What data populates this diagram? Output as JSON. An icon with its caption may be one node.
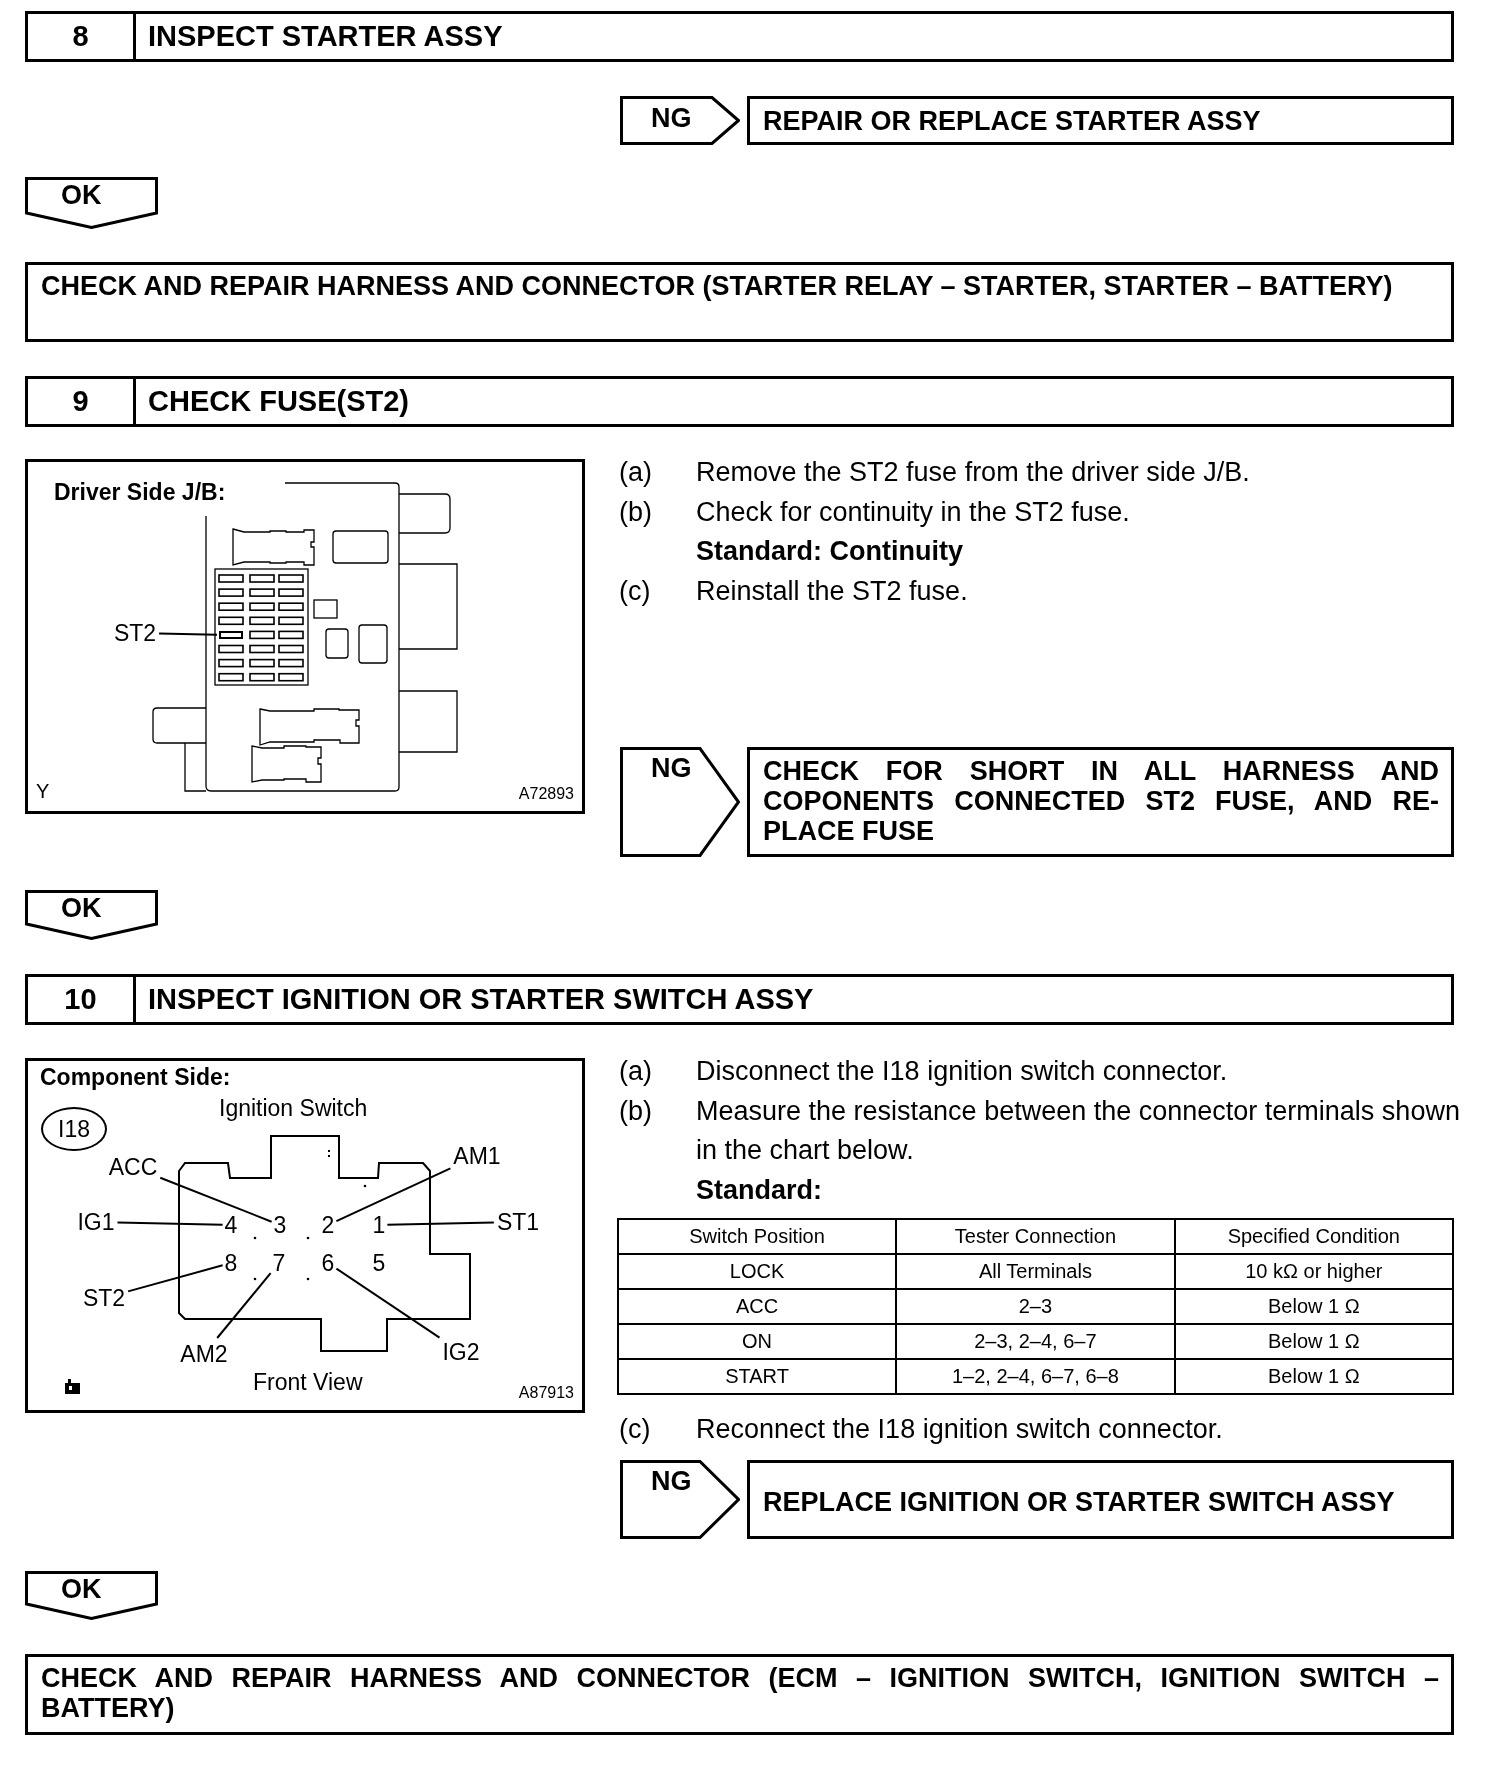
{
  "diagram": {
    "nodes": [
      {
        "text": [
          "8",
          "INSPECT STARTER ASSY"
        ]
      },
      {
        "text": [
          "NG"
        ]
      },
      {
        "text": [
          "REPAIR OR REPLACE STARTER ASSY"
        ]
      },
      {
        "text": [
          "OK"
        ]
      },
      {
        "text": [
          "CHECK AND REPAIR HARNESS AND CONNECTOR (STARTER RELAY – STARTER, STARTER – BATTERY)"
        ]
      },
      {
        "text": [
          "9",
          "CHECK FUSE(ST2)"
        ]
      },
      {
        "text": [
          "Driver Side J/B:",
          "Y",
          "A72893"
        ]
      },
      {
        "text": [
          "ST2"
        ],
        "in": 6
      },
      {
        "text": [],
        "shape": "box",
        "in": 6
      },
      {
        "text": [
          "NG"
        ]
      },
      {
        "text": [
          "CHECK FOR SHORT IN ALL HARNESS AND COPONENTS CONNECTED ST2 FUSE, AND RE-PLACE FUSE"
        ]
      },
      {
        "text": [
          "OK"
        ]
      },
      {
        "text": [
          "10",
          "INSPECT IGNITION OR STARTER SWITCH ASSY"
        ]
      },
      {
        "text": [
          "Component Side:",
          "Ignition Switch",
          "Front View",
          "A87913"
        ]
      },
      {
        "text": [
          "I18"
        ],
        "in": 13
      },
      {
        "text": [
          "ACC"
        ],
        "in": 13
      },
      {
        "text": [
          "AM1"
        ],
        "in": 13
      },
      {
        "text": [
          "IG1"
        ],
        "in": 13
      },
      {
        "text": [
          "ST1"
        ],
        "in": 13
      },
      {
        "text": [
          "ST2"
        ],
        "in": 13
      },
      {
        "text": [
          "AM2"
        ],
        "in": 13
      },
      {
        "text": [
          "IG2"
        ],
        "in": 13
      },
      {
        "text": [
          "3"
        ],
        "in": 13
      },
      {
        "text": [
          "2"
        ],
        "in": 13
      },
      {
        "text": [
          "4"
        ],
        "in": 13
      },
      {
        "text": [
          "1"
        ],
        "in": 13
      },
      {
        "text": [
          "8"
        ],
        "in": 13
      },
      {
        "text": [
          "7"
        ],
        "in": 13
      },
      {
        "text": [
          "6"
        ],
        "in": 13
      },
      {
        "text": [
          "NG"
        ]
      },
      {
        "text": [
          "REPLACE IGNITION OR STARTER SWITCH ASSY"
        ]
      },
      {
        "text": [
          "OK"
        ]
      },
      {
        "text": [
          "CHECK AND REPAIR HARNESS AND CONNECTOR (ECM – IGNITION SWITCH, IGNITION SWITCH – BATTERY)"
        ]
      }
    ],
    "edges": [
      {
        "from": 7,
        "to": 8,
        "arrow": "none"
      },
      {
        "from": 15,
        "to": 22,
        "arrow": "none"
      },
      {
        "from": 16,
        "to": 23,
        "arrow": "none"
      },
      {
        "from": 17,
        "to": 24,
        "arrow": "none"
      },
      {
        "from": 18,
        "to": 25,
        "arrow": "none"
      },
      {
        "from": 19,
        "to": 26,
        "arrow": "none"
      },
      {
        "from": 20,
        "to": 27,
        "arrow": "none"
      },
      {
        "from": 21,
        "to": 28,
        "arrow": "none"
      }
    ],
    "labels": [
      "(a)",
      "Remove the ST2 fuse from the driver side J/B.",
      "(b)",
      "Check for continuity in the ST2 fuse.",
      "Standard: Continuity",
      "(c)",
      "Reinstall the ST2 fuse.",
      "5",
      "(a)",
      "Disconnect the I18 ignition switch connector.",
      "(b)",
      "Measure the resistance between the connector terminals shown in the chart below.",
      "Standard:",
      "Switch Position",
      "Tester Connection",
      "Specified Condition",
      "LOCK",
      "All Terminals",
      "10 kΩ or higher",
      "ACC",
      "2–3",
      "Below 1 Ω",
      "ON",
      "2–3, 2–4, 6–7",
      "Below 1 Ω",
      "START",
      "1–2, 2–4, 6–7, 6–8",
      "Below 1 Ω",
      "(c)",
      "Reconnect the I18 ignition switch connector."
    ]
  }
}
